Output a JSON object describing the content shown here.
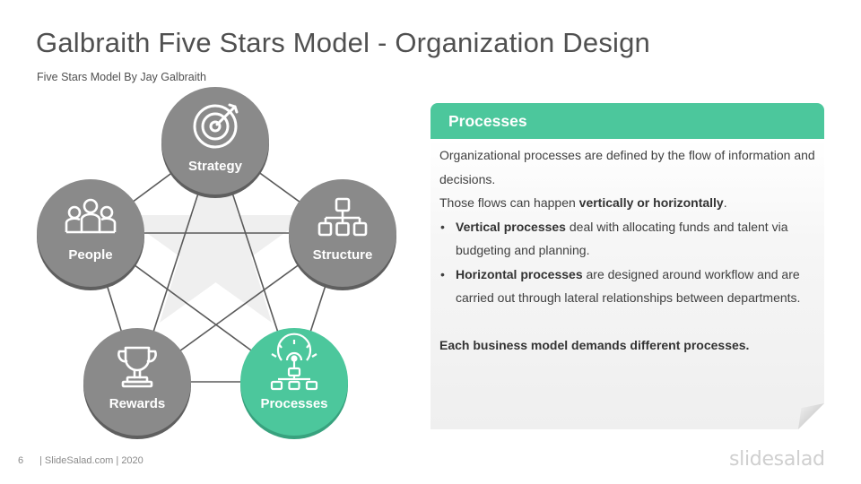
{
  "slide": {
    "title": "Galbraith Five Stars Model - Organization Design",
    "subtitle": "Five Stars Model  By Jay Galbraith"
  },
  "nodes": [
    {
      "id": "strategy",
      "label": "Strategy",
      "icon": "target-icon",
      "active": false
    },
    {
      "id": "structure",
      "label": "Structure",
      "icon": "org-chart-icon",
      "active": false
    },
    {
      "id": "processes",
      "label": "Processes",
      "icon": "process-gear-icon",
      "active": true
    },
    {
      "id": "rewards",
      "label": "Rewards",
      "icon": "trophy-icon",
      "active": false
    },
    {
      "id": "people",
      "label": "People",
      "icon": "people-icon",
      "active": false
    }
  ],
  "panel": {
    "title": "Processes",
    "intro": "Organizational processes are defined by the flow of information and decisions.",
    "flows_prefix": "Those flows can happen ",
    "flows_bold": "vertically or horizontally",
    "flows_suffix": ".",
    "bullets": [
      {
        "bold": "Vertical processes",
        "text": " deal with allocating funds and talent via budgeting and planning."
      },
      {
        "bold": "Horizontal processes",
        "text": " are designed around workflow and are carried out through lateral relationships between departments."
      }
    ],
    "closing": "Each business model demands different processes."
  },
  "footer": {
    "page_number": "6",
    "credit": "| SlideSalad.com | 2020",
    "logo": "slidesalad"
  },
  "colors": {
    "accent": "#4cc79c",
    "node_gray": "#8a8a8a",
    "node_shadow": "#5f5f5f",
    "line": "#5a5a5a",
    "star_fill": "#efefef"
  }
}
